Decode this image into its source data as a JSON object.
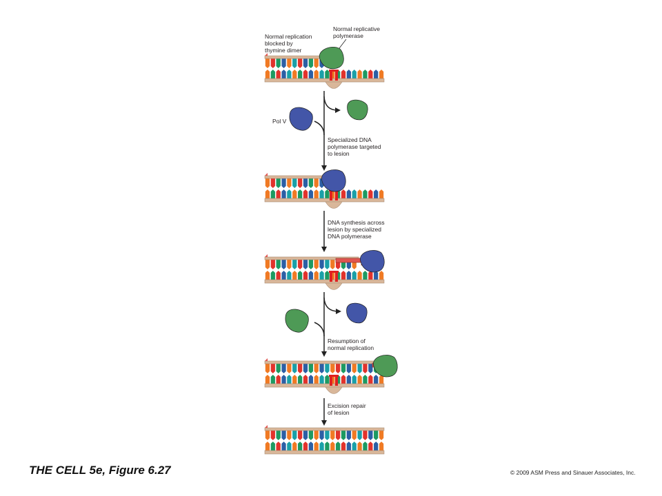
{
  "labels": {
    "blocked": "Normal replication\nblocked by\nthymine dimer",
    "normal_polymerase": "Normal replicative\npolymerase",
    "pol_v": "Pol V",
    "step1": "Specialized DNA\npolymerase targeted\nto lesion",
    "step2": "DNA synthesis across\nlesion by specialized\nDNA polymerase",
    "step3": "Resumption of\nnormal replication",
    "step4": "Excision repair\nof lesion"
  },
  "caption": "THE CELL 5e, Figure 6.27",
  "copyright": "© 2009 ASM Press and Sinauer Associates, Inc.",
  "colors": {
    "normal_polymerase": "#4e9a56",
    "pol_v": "#4356a8",
    "backbone": "#d9b79a",
    "new_strand": "#e05550",
    "orange_base": "#f07a24",
    "red_base": "#e2332c",
    "green_base": "#1d9a62",
    "blue_base": "#2c5fa5",
    "teal_base": "#1aa0a8",
    "dimer": "#e02020"
  }
}
